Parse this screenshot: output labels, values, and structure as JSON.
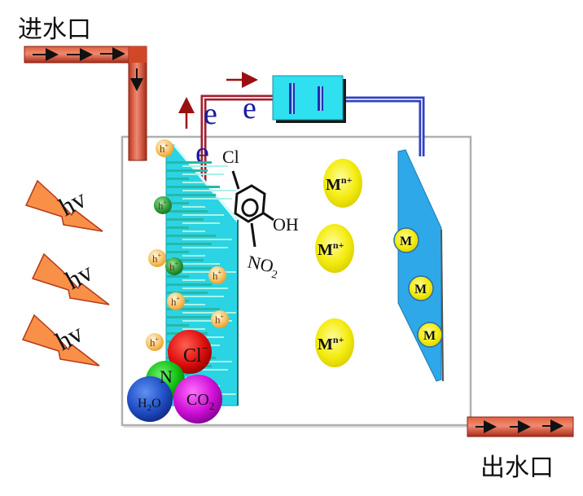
{
  "labels": {
    "inlet": "进水口",
    "outlet": "出水口",
    "photon": "hv",
    "electron": "e",
    "hole": "h",
    "hole_charge": "+"
  },
  "molecule": {
    "substituent_cl": "Cl",
    "substituent_oh": "OH",
    "substituent_no2": "NO",
    "no2_subscript": "2"
  },
  "products": {
    "chloride": "Cl",
    "chloride_charge": "−",
    "nitrogen": "N",
    "water": "H",
    "water_sub": "2",
    "water_o": "O",
    "co2": "CO",
    "co2_sub": "2"
  },
  "metal": {
    "ion": "M",
    "ion_charge": "n+",
    "deposited": "M"
  },
  "colors": {
    "pipe": "#c8402a",
    "photoanode": "#2ad4e4",
    "cathode": "#2fa8ea",
    "wire_anode": "#a02030",
    "wire_cathode": "#3040c0",
    "battery": "#2ee0f0",
    "metal_ion": "#f0e800",
    "photon_bolt": "#f89048",
    "electron_text": "#1a1aa0"
  }
}
